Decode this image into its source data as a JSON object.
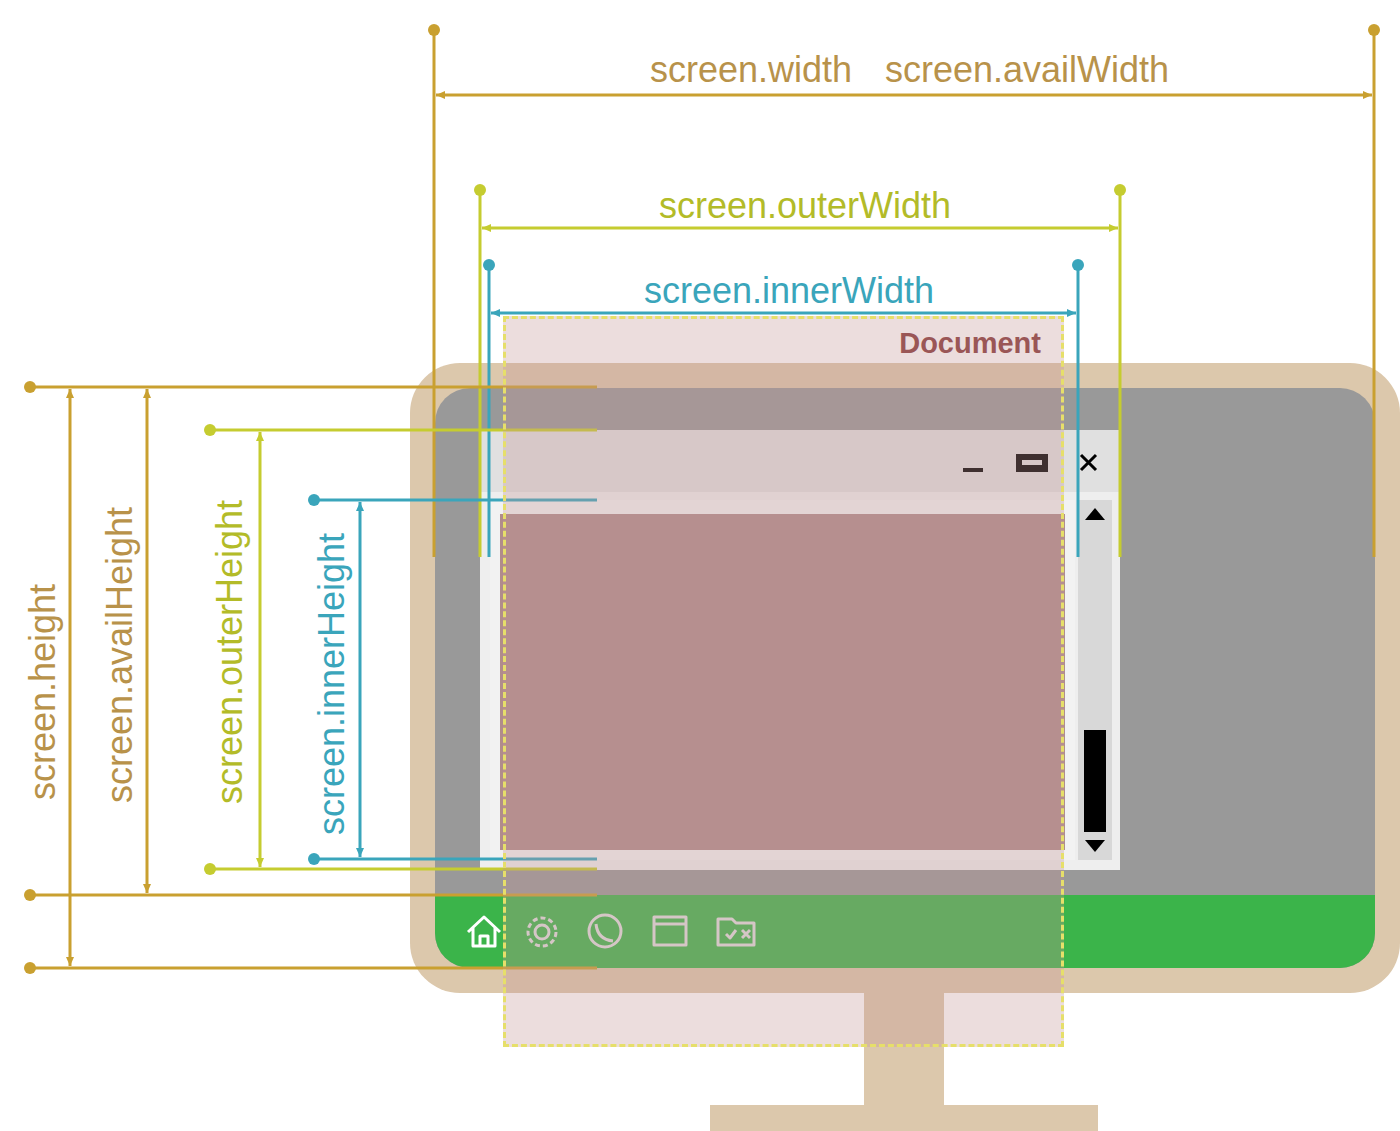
{
  "diagram": {
    "nodes": [
      {
        "text": [
          "Document"
        ]
      }
    ],
    "labels": [
      "screen.width",
      "screen.availWidth",
      "screen.outerWidth",
      "screen.innerWidth",
      "screen.height",
      "screen.availHeight",
      "screen.outerHeight",
      "screen.innerHeight"
    ]
  }
}
